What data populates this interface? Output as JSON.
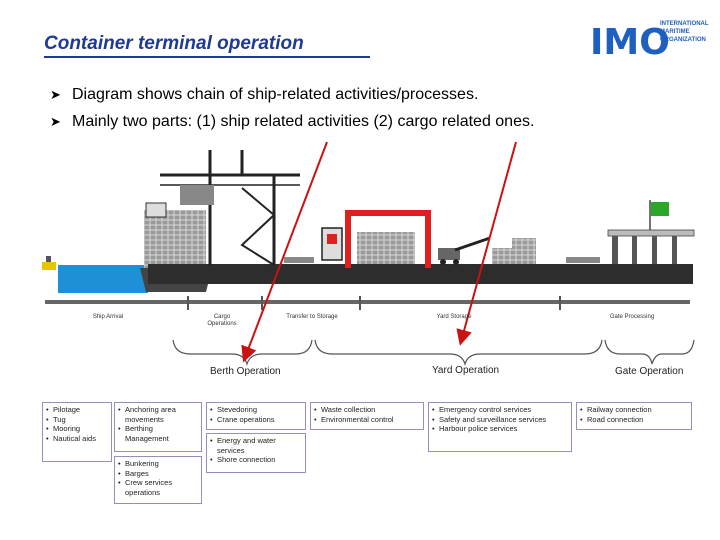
{
  "header": {
    "title": "Container terminal operation"
  },
  "logo": {
    "mark": "IMO",
    "lines": [
      "INTERNATIONAL",
      "MARITIME",
      "ORGANIZATION"
    ]
  },
  "bullets": [
    "Diagram shows chain of ship-related activities/processes.",
    "Mainly two parts: (1) ship related activities (2) cargo related ones."
  ],
  "timeline_labels": {
    "ship_arrival": "Ship Arrival",
    "cargo_operations": "Cargo Operations",
    "transfer_to_storage": "Transfer to Storage",
    "yard_storage": "Yard Storage",
    "gate_processing": "Gate Processing"
  },
  "phases": {
    "berth": "Berth Operation",
    "yard": "Yard Operation",
    "gate": "Gate Operation"
  },
  "boxes": {
    "b1": [
      "Pilotage",
      "Tug",
      "Mooring",
      "Nautical aids"
    ],
    "b2": [
      "Anchoring area movements",
      "Berthing Management"
    ],
    "b3": [
      "Bunkering",
      "Barges",
      "Crew services operations"
    ],
    "b4": [
      "Stevedoring",
      "Crane operations"
    ],
    "b5": [
      "Energy and water services",
      "Shore connection"
    ],
    "b6": [
      "Waste collection",
      "Environmental control"
    ],
    "b7": [
      "Emergency control services",
      "Safety and surveillance services",
      "Harbour police services"
    ],
    "b8": [
      "Railway connection",
      "Road connection"
    ]
  },
  "colors": {
    "title": "#1f3a93",
    "water": "#1e90d6",
    "crane_red": "#e02020",
    "flag": "#2aa82a",
    "annotation_arrow": "#cc1111",
    "box_border": "#9b8bbf"
  }
}
